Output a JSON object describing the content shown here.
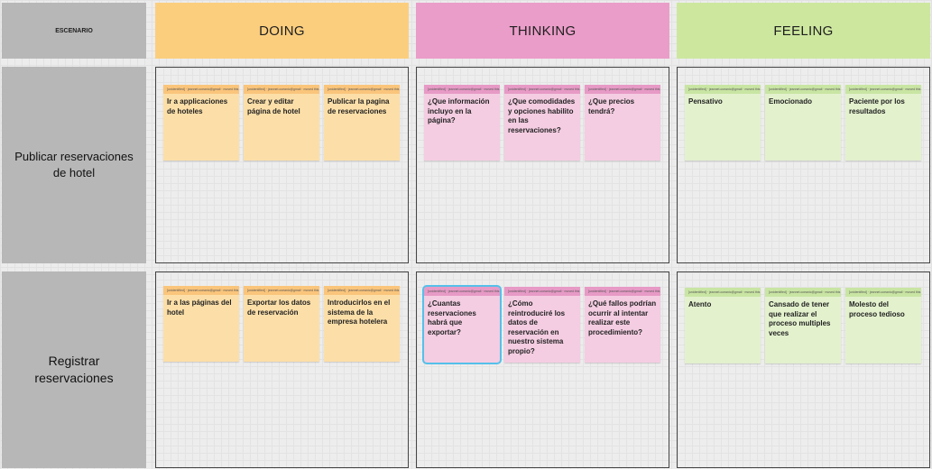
{
  "headers": {
    "escenario": "ESCENARIO",
    "doing": "DOING",
    "thinking": "THINKING",
    "feeling": "FEELING"
  },
  "rows": [
    {
      "label": "Publicar reservaciones de hotel"
    },
    {
      "label": "Registrar reservaciones"
    }
  ],
  "colors": {
    "doing_header": "#fbce7e",
    "thinking_header": "#ea9dc8",
    "feeling_header": "#cde79f",
    "doing_note": "#fcdfa8",
    "doing_note_bar": "#fac57b",
    "thinking_note": "#f4cde2",
    "thinking_note_bar": "#e79ac6",
    "feeling_note": "#e3f1cd",
    "feeling_note_bar": "#c9e5a3",
    "selection": "#55c0ea"
  },
  "note_meta": "[unidentified] · jeannet.oceanic@gmail · moved this",
  "notes": {
    "r1_doing": [
      "Ir a applicaciones de hoteles",
      "Crear y editar página de hotel",
      "Publicar la pagina de reservaciones"
    ],
    "r1_thinking": [
      "¿Que información incluyo en la página?",
      "¿Que comodidades y opciones habilito en las reservaciones?",
      "¿Que precios tendrá?"
    ],
    "r1_feeling": [
      "Pensativo",
      "Emocionado",
      "Paciente por los resultados"
    ],
    "r2_doing": [
      "Ir a las páginas del hotel",
      "Exportar los datos de reservación",
      "Introducirlos en el sistema de la empresa hotelera"
    ],
    "r2_thinking": [
      "¿Cuantas reservaciones habrá que exportar?",
      "¿Cómo reintroduciré los datos de reservación en nuestro sistema propio?",
      "¿Qué fallos podrían ocurrir al intentar realizar este procedimiento?"
    ],
    "r2_feeling": [
      "Atento",
      "Cansado de tener que realizar el proceso multiples veces",
      "Molesto del proceso tedioso"
    ]
  }
}
